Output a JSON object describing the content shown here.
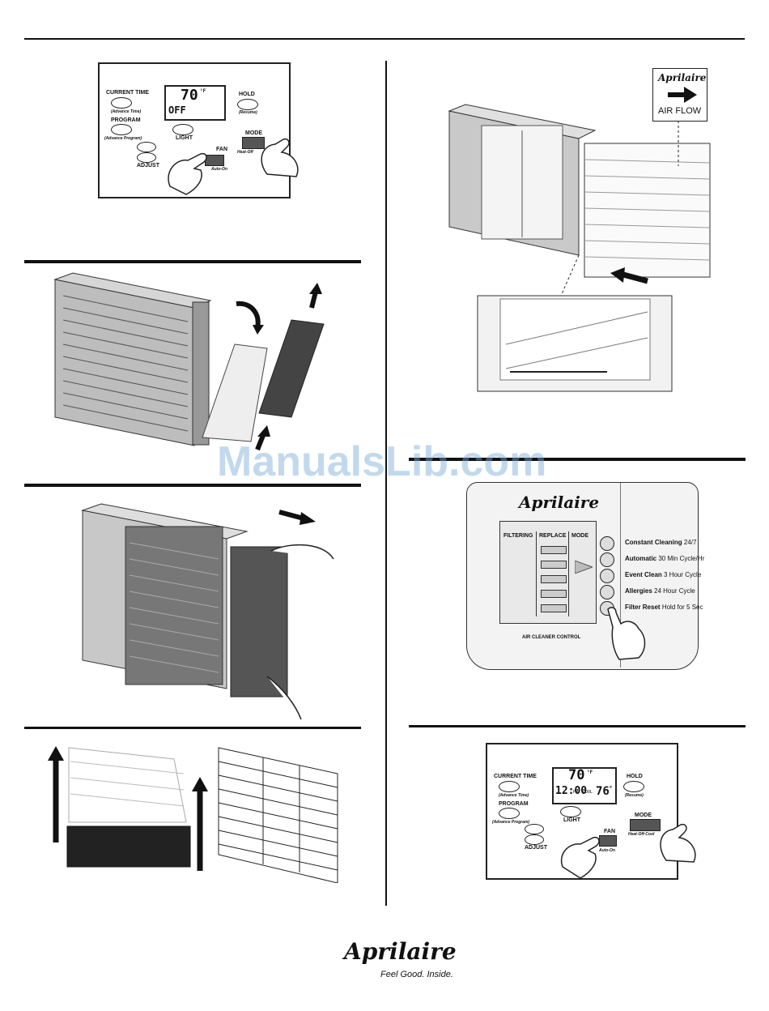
{
  "thermostat_top": {
    "current_time": "CURRENT TIME",
    "current_time_sub": "(Advance Time)",
    "program": "PROGRAM",
    "program_sub": "(Advance Program)",
    "adjust": "ADJUST",
    "hold": "HOLD",
    "hold_sub": "(Resume)",
    "light": "LIGHT",
    "mode": "MODE",
    "mode_sub": "Heat-Off",
    "fan": "FAN",
    "fan_sub": "Auto-On",
    "display_temp": "70",
    "display_unit": "°F",
    "display_status": "OFF"
  },
  "airflow_label": {
    "brand": "Aprilaire",
    "text": "AIR FLOW"
  },
  "watermark": "ManualsLib.com",
  "air_cleaner_control": {
    "brand": "Aprilaire",
    "col_filtering": "FILTERING",
    "col_replace": "REPLACE",
    "col_mode": "MODE",
    "footer": "AIR CLEANER CONTROL",
    "modes": [
      {
        "name": "Constant Cleaning",
        "desc": "24/7"
      },
      {
        "name": "Automatic",
        "desc": "30 Min Cycle/Hr"
      },
      {
        "name": "Event Clean",
        "desc": "3 Hour Cycle"
      },
      {
        "name": "Allergies",
        "desc": "24 Hour Cycle"
      },
      {
        "name": "Filter Reset",
        "desc": "Hold for 5 Sec"
      }
    ]
  },
  "thermostat_bottom": {
    "current_time": "CURRENT TIME",
    "current_time_sub": "(Advance Time)",
    "program": "PROGRAM",
    "program_sub": "(Advance Program)",
    "adjust": "ADJUST",
    "hold": "HOLD",
    "hold_sub": "(Resume)",
    "light": "LIGHT",
    "mode": "MODE",
    "mode_sub": "Heat-Off-Cool",
    "fan": "FAN",
    "fan_sub": "Auto-On",
    "display_temp": "70",
    "display_unit": "°F",
    "display_time": "12:00",
    "display_ampm": "PM",
    "display_mode": "COOL",
    "display_setpoint": "76",
    "display_setpoint_unit": "°"
  },
  "footer": {
    "brand": "Aprilaire",
    "tagline": "Feel Good. Inside."
  }
}
